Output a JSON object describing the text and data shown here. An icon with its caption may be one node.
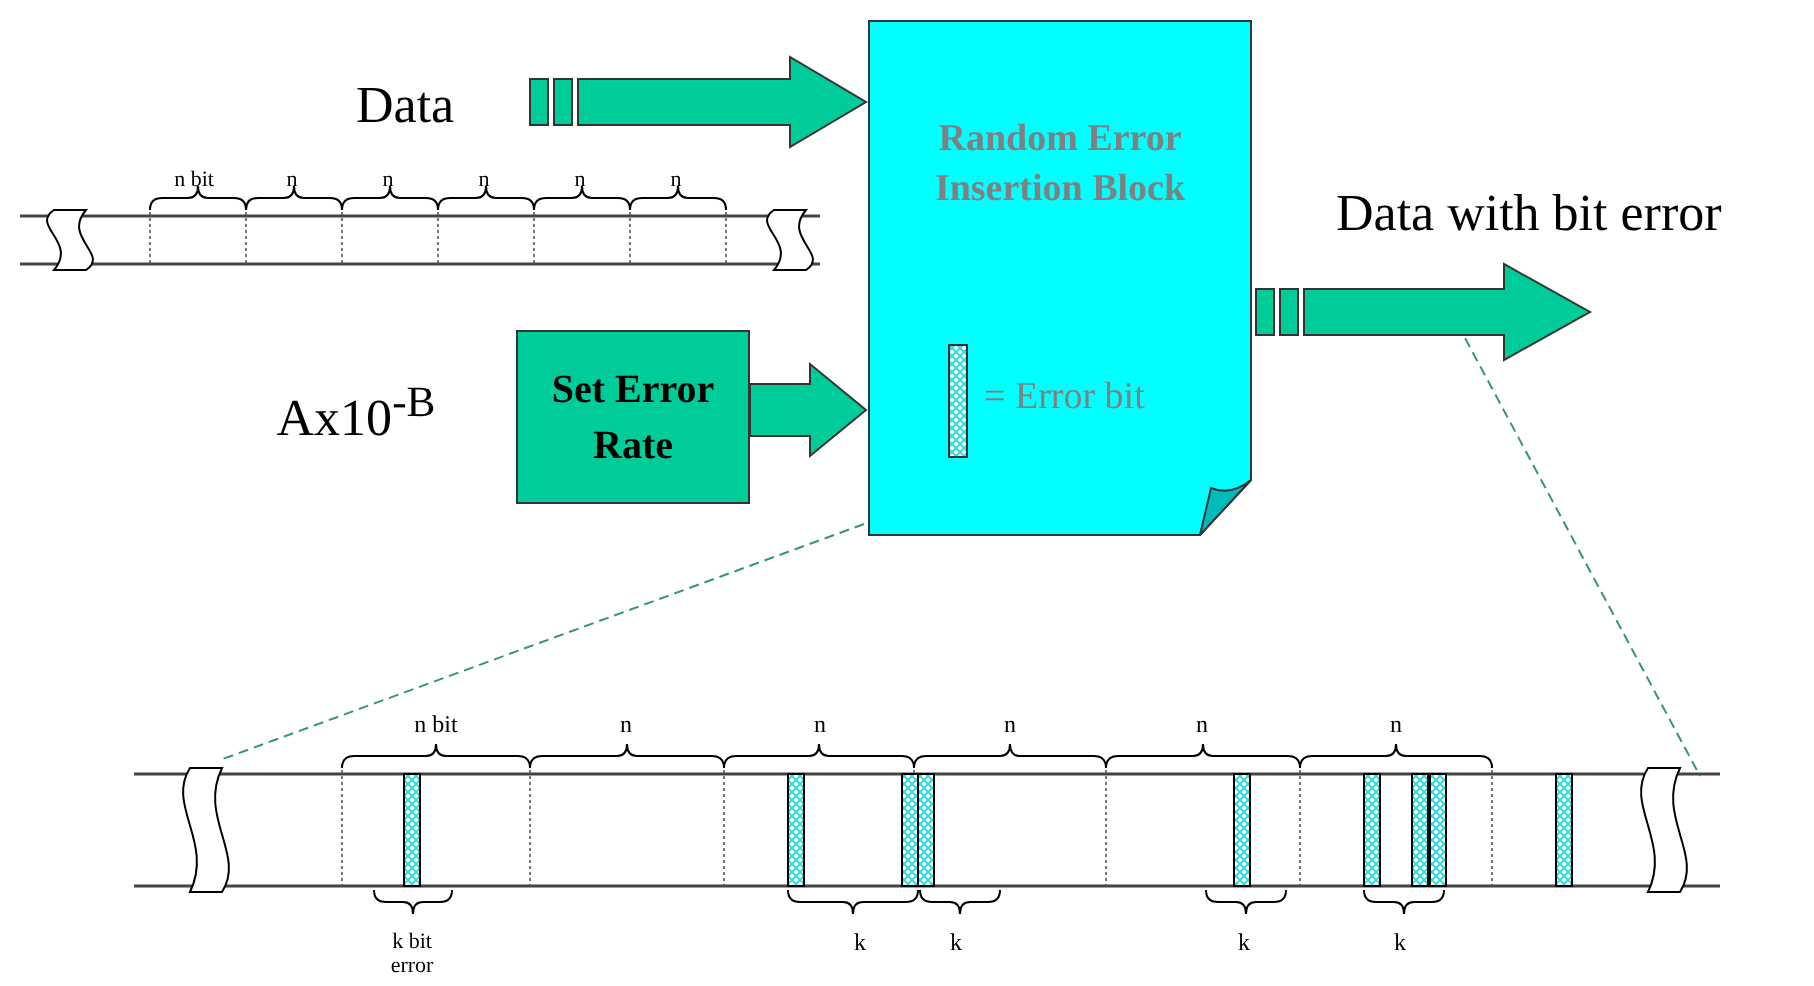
{
  "diagram": {
    "nodes": [
      {
        "text": [
          "Data"
        ]
      },
      {
        "text": [
          "Random Error Insertion Block"
        ]
      },
      {
        "text": [
          "Set Error Rate"
        ]
      },
      {
        "text": [
          "Data with bit error"
        ]
      }
    ],
    "edges": [
      {
        "from": 0,
        "to": 1,
        "arrow": "to"
      },
      {
        "from": 2,
        "to": 1,
        "arrow": "to"
      },
      {
        "from": 1,
        "to": 3,
        "arrow": "to"
      }
    ],
    "labels": [
      "n bit",
      "n",
      "n",
      "n",
      "n",
      "n",
      "Ax10$^{-B}$",
      "n bit",
      "n",
      "n",
      "n",
      "n",
      "n",
      "k bit error",
      "k",
      "k",
      "k",
      "k"
    ],
    "legend": [
      {
        "text": "= Error bit"
      }
    ]
  }
}
